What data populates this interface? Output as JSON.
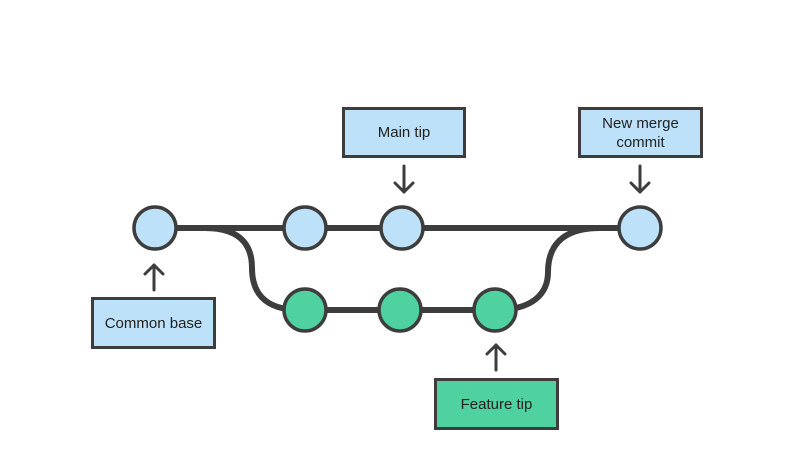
{
  "labels": {
    "main_tip": "Main tip",
    "new_merge_commit_line1": "New merge",
    "new_merge_commit_line2": "commit",
    "common_base": "Common base",
    "feature_tip": "Feature tip"
  },
  "colors": {
    "main_commit_fill": "#bde1f8",
    "feature_commit_fill": "#4fd1a0",
    "stroke": "#3d3d3d",
    "background": "#ffffff"
  }
}
